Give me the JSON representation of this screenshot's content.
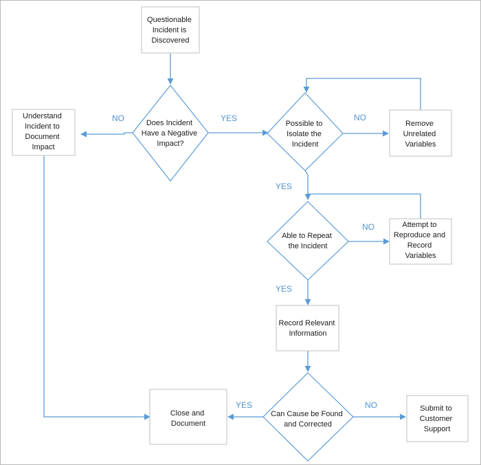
{
  "nodes": {
    "start": [
      "Questionable",
      "Incident is",
      "Discovered"
    ],
    "negative_impact": [
      "Does Incident",
      "Have a Negative",
      "Impact?"
    ],
    "understand": [
      "Understand",
      "Incident to",
      "Document",
      "Impact"
    ],
    "isolate": [
      "Possible to",
      "Isolate the",
      "Incident"
    ],
    "remove": [
      "Remove",
      "Unrelated",
      "Variables"
    ],
    "repeat": [
      "Able to Repeat",
      "the Incident"
    ],
    "attempt": [
      "Attempt to",
      "Reproduce and",
      "Record",
      "Variables"
    ],
    "record": [
      "Record Relevant",
      "Information"
    ],
    "cause": [
      "Can Cause be Found",
      "and Corrected"
    ],
    "close": [
      "Close and",
      "Document"
    ],
    "submit": [
      "Submit to",
      "Customer",
      "Support"
    ]
  },
  "labels": {
    "impact_no": "NO",
    "impact_yes": "YES",
    "isolate_no": "NO",
    "isolate_yes": "YES",
    "repeat_no": "NO",
    "repeat_yes": "YES",
    "cause_yes": "YES",
    "cause_no": "NO"
  },
  "colors": {
    "connector": "#5b9bd5",
    "label": "#4f93cf",
    "box_border": "#bfbfbf"
  }
}
